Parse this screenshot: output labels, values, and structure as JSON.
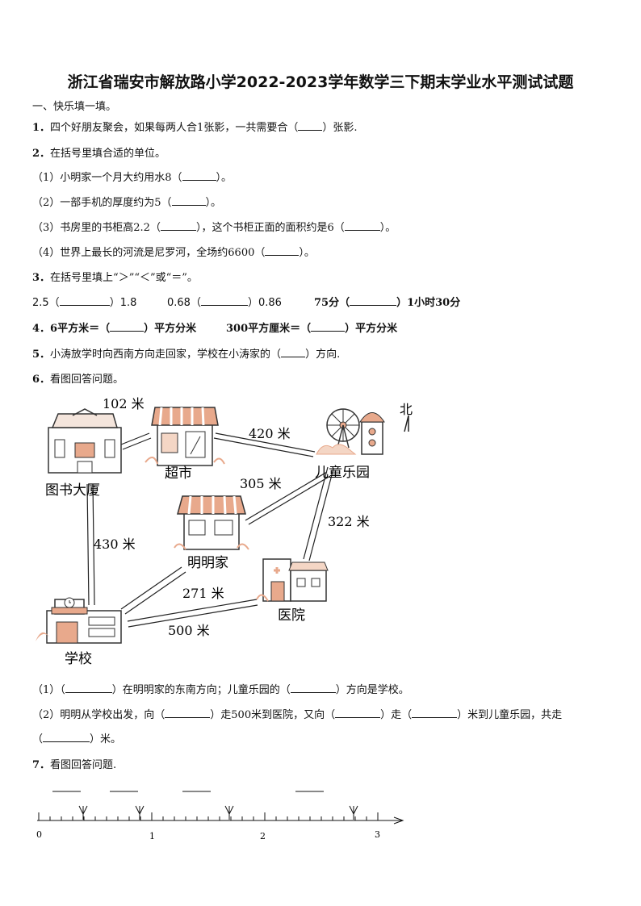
{
  "title": "浙江省瑞安市解放路小学2022-2023学年数学三下期末学业水平测试试题",
  "section1": "一、快乐填一填。",
  "q1": {
    "num": "1．",
    "text_a": "四个好朋友聚会，如果每两人合1张影，一共需要合（",
    "text_b": "）张影."
  },
  "q2": {
    "num": "2．",
    "text": "在括号里填合适的单位。",
    "s1_a": "（1）小明家一个月大约用水8（",
    "s1_b": "）。",
    "s2_a": "（2）一部手机的厚度约为5（",
    "s2_b": "）。",
    "s3_a": "（3）书房里的书柜高2.2（",
    "s3_b": "），这个书柜正面的面积约是6（",
    "s3_c": "）。",
    "s4_a": "（4）世界上最长的河流是尼罗河，全场约6600（",
    "s4_b": "）。"
  },
  "q3": {
    "num": "3．",
    "text": "在括号里填上“＞”“＜”或“＝”。",
    "c1_a": "2.5（",
    "c1_b": "）1.8",
    "c2_a": "0.68（",
    "c2_b": "）0.86",
    "c3_a": "75分（",
    "c3_b": "）1小时30分"
  },
  "q4": {
    "num": "4．",
    "a1": "6平方米＝（",
    "a2": "）平方分米",
    "b1": "300平方厘米＝（",
    "b2": "）平方分米"
  },
  "q5": {
    "num": "5．",
    "text_a": "小涛放学时向西南方向走回家，学校在小涛家的（",
    "text_b": "）方向."
  },
  "q6": {
    "num": "6．",
    "text": "看图回答问题。",
    "map": {
      "north": "北",
      "places": {
        "library": "图书大厦",
        "market": "超市",
        "park": "儿童乐园",
        "home": "明明家",
        "hospital": "医院",
        "school": "学校"
      },
      "distances": {
        "d1": "102 米",
        "d2": "420 米",
        "d3": "305 米",
        "d4": "430 米",
        "d5": "322 米",
        "d6": "271 米",
        "d7": "500 米"
      }
    },
    "s1_a": "（1）（",
    "s1_b": "）在明明家的东南方向；儿童乐园的（",
    "s1_c": "）方向是学校。",
    "s2_a": "（2）明明从学校出发，向（",
    "s2_b": "）走500米到医院，又向（",
    "s2_c": "）走（",
    "s2_d": "）米到儿童乐园，共走",
    "s2_e": "（",
    "s2_f": "）米。"
  },
  "q7": {
    "num": "7．",
    "text": "看图回答问题.",
    "labels": [
      "0",
      "1",
      "2",
      "3"
    ]
  },
  "colors": {
    "accent": "#e8a98c",
    "text": "#111111"
  }
}
